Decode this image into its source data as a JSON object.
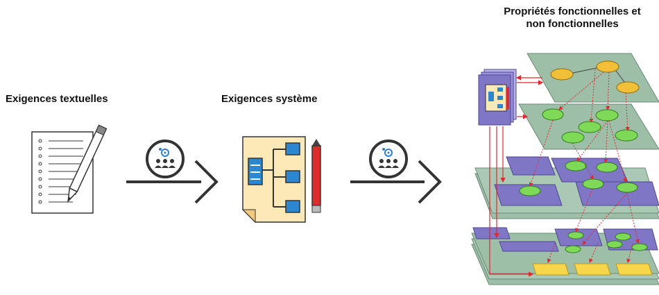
{
  "stage1": {
    "label": "Exigences textuelles"
  },
  "stage2": {
    "label": "Exigences système"
  },
  "stage3": {
    "title_line1": "Propriétés fonctionnelles et",
    "title_line2": "non fonctionnelles"
  },
  "icons": {
    "document": "lined-document-with-pencil-icon",
    "team": "team-with-gear-icon",
    "architecture": "block-diagram-blueprint-icon",
    "layers": "layered-system-architecture-icon"
  },
  "colors": {
    "layer_green": "#9dbfa8",
    "layer_purple": "#7f76c6",
    "node_green": "#7ed957",
    "node_orange": "#f2c037",
    "block_yellow": "#f7d64a",
    "link_red": "#e3262f"
  }
}
